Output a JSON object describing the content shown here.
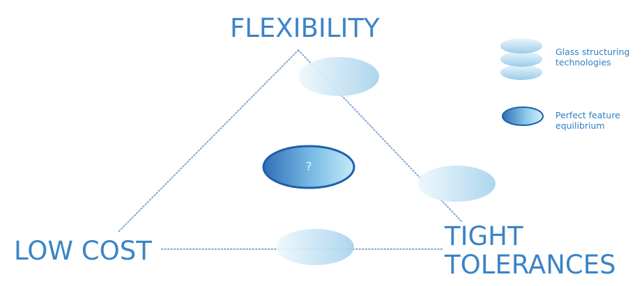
{
  "labels": {
    "top": "FLEXIBILITY",
    "left": "LOW COST",
    "right_line1": "TIGHT",
    "right_line2": "TOLERANCES"
  },
  "center_mark": "?",
  "legend": {
    "glass_line1": "Glass structuring",
    "glass_line2": "technologies",
    "perfect_line1": "Perfect feature",
    "perfect_line2": "equilibrium"
  },
  "colors": {
    "label_blue": "#3a84c6",
    "dotted_line": "#7aa9d6",
    "ellipse_light_start": "#e6f5fc",
    "ellipse_light_end": "#9fcdea",
    "perfect_dark": "#2f6fb8",
    "perfect_light": "#b9e4f7",
    "perfect_stroke": "#1f5fa8"
  }
}
